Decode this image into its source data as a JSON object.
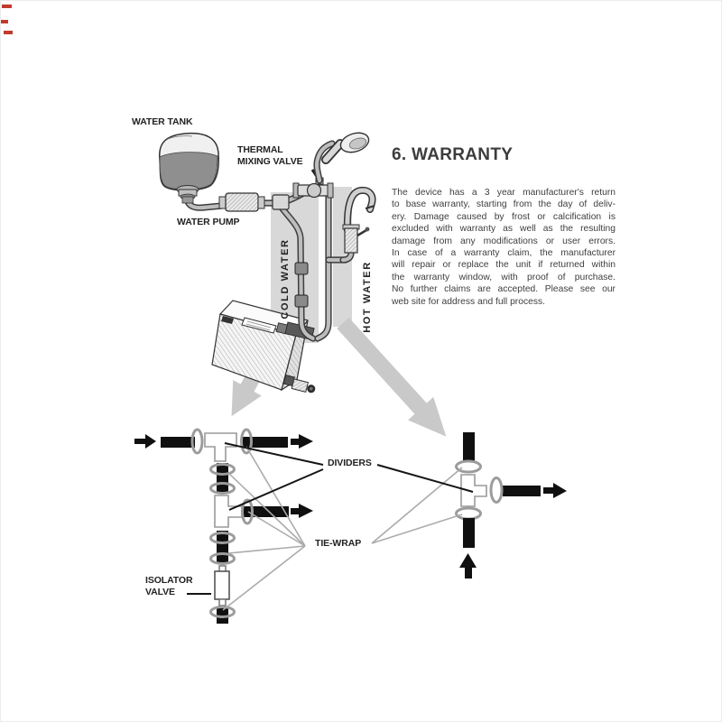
{
  "warranty": {
    "heading": "6. WARRANTY",
    "lines": [
      "The device has a 3 year manufacturer's return",
      "to base warranty, starting from the day of deliv-",
      "ery. Damage caused by frost or calcification is",
      "excluded with warranty as well as the resulting",
      "damage from any modifications or user errors.",
      "In case of a warranty claim, the manufacturer",
      "will repair or replace the unit if returned within",
      "the warranty window, with proof of purchase.",
      "No further claims are accepted. Please see our",
      "web site for address and full process."
    ]
  },
  "labels": {
    "water_tank": "WATER TANK",
    "thermal_mixing_valve": [
      "THERMAL",
      "MIXING VALVE"
    ],
    "water_pump": "WATER PUMP",
    "cold_water": "COLD WATER",
    "hot_water": "HOT WATER",
    "dividers": "DIVIDERS",
    "tie_wrap": "TIE-WRAP",
    "isolator_valve": [
      "ISOLATOR",
      "VALVE"
    ]
  },
  "colors": {
    "page_bg": "#ffffff",
    "ink_black": "#101010",
    "body_text": "#3e3e3e",
    "band_gray": "#d8d8d8",
    "big_arrow_gray": "#c9c9c9",
    "tie_wrap_ring_gray": "#9c9c9c",
    "leader_line_gray": "#ababab",
    "corner_mark_red": "#c23b2e"
  }
}
